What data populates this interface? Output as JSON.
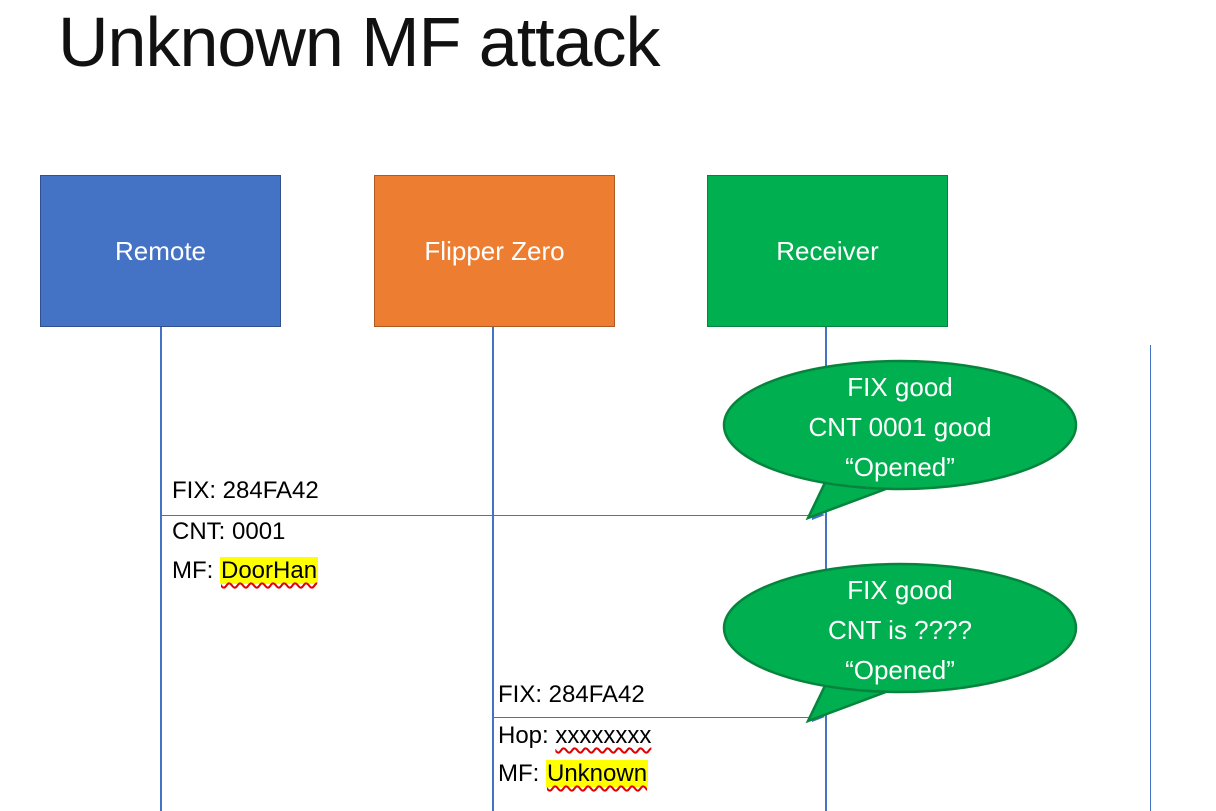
{
  "title": "Unknown MF attack",
  "actors": [
    {
      "label": "Remote"
    },
    {
      "label": "Flipper Zero"
    },
    {
      "label": "Receiver"
    }
  ],
  "messages": {
    "remote_to_receiver": {
      "fix": "FIX: 284FA42",
      "cnt": "CNT: 0001",
      "mf_prefix": "MF: ",
      "mf_value": "DoorHan"
    },
    "flipper_to_receiver": {
      "fix": "FIX: 284FA42",
      "hop_prefix": "Hop: ",
      "hop_value": "xxxxxxxx",
      "mf_prefix": "MF: ",
      "mf_value": "Unknown"
    }
  },
  "callouts": {
    "first": {
      "line1": "FIX good",
      "line2": "CNT 0001 good",
      "line3": "“Opened”"
    },
    "second": {
      "line1": "FIX good",
      "line2": "CNT is ????",
      "line3": "“Opened”"
    }
  },
  "colors": {
    "remote_fill": "#4472C4",
    "remote_border": "#2F528F",
    "flipper_fill": "#ED7D31",
    "flipper_border": "#AE5A21",
    "receiver_fill": "#00AF50",
    "receiver_border": "#06843D",
    "bubble_fill": "#00AF50",
    "bubble_border": "#06843D",
    "connector": "#4472C4",
    "highlight": "#FFFF00",
    "misspelling": "#E00000"
  }
}
